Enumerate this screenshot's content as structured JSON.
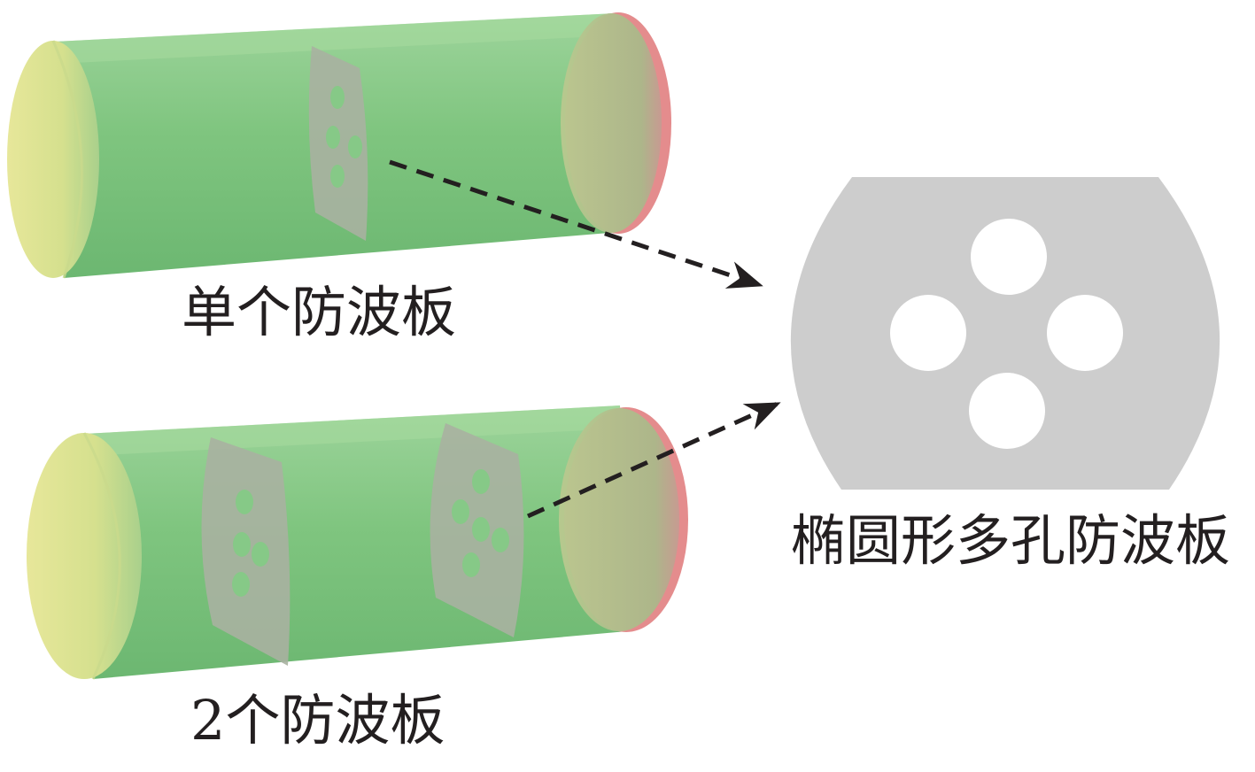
{
  "labels": {
    "single_tank": "单个防波板",
    "double_tank": "2个防波板",
    "baffle_detail": "椭圆形多孔防波板"
  },
  "colors": {
    "tank_body": "#86c987",
    "tank_end_cap": "#dfe49a",
    "tank_end_rim": "#e58a8a",
    "baffle_plate": "#a9b2a0",
    "baffle_detail": "#cdcdcd",
    "arrow": "#231f20",
    "text": "#231f20"
  },
  "figure": {
    "tanks": [
      {
        "name": "single-baffle-tank",
        "baffle_count": 1
      },
      {
        "name": "double-baffle-tank",
        "baffle_count": 2
      }
    ],
    "baffle_hole_count": 4
  }
}
